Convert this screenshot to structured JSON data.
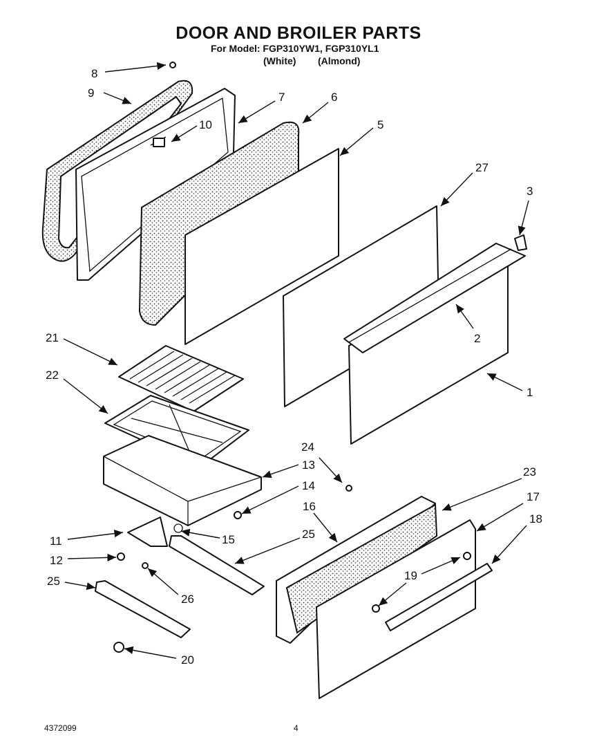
{
  "header": {
    "title": "DOOR AND BROILER PARTS",
    "model_line": "For Model: FGP310YW1, FGP310YL1",
    "variant_white": "(White)",
    "variant_almond": "(Almond)"
  },
  "callouts": {
    "c1": "1",
    "c2": "2",
    "c3": "3",
    "c5": "5",
    "c6": "6",
    "c7": "7",
    "c8": "8",
    "c9": "9",
    "c10": "10",
    "c11": "11",
    "c12": "12",
    "c13": "13",
    "c14": "14",
    "c15": "15",
    "c16": "16",
    "c17": "17",
    "c18": "18",
    "c19": "19",
    "c20": "20",
    "c21": "21",
    "c22": "22",
    "c23": "23",
    "c24": "24",
    "c25a": "25",
    "c25b": "25",
    "c26": "26",
    "c27": "27"
  },
  "footer": {
    "doc_number": "4372099",
    "page_number": "4"
  }
}
